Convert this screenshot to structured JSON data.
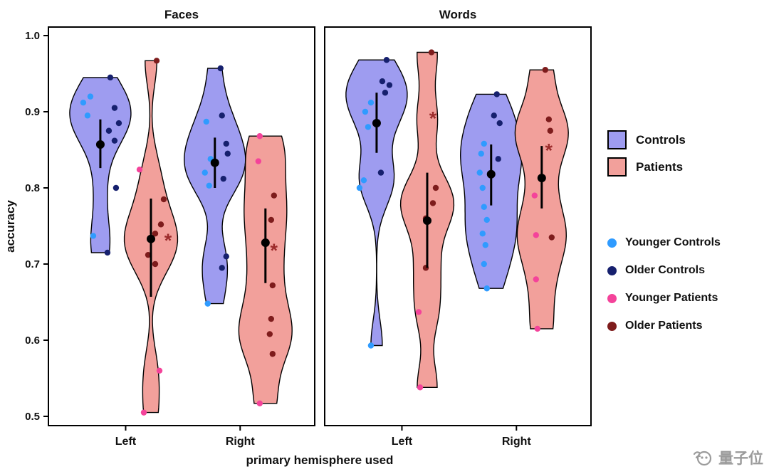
{
  "watermark": {
    "text": "量子位"
  },
  "chart_data": {
    "type": "violin",
    "title": "",
    "xlabel": "primary hemisphere used",
    "ylabel": "accuracy",
    "ylim": [
      0.5,
      1.0
    ],
    "yticks": [
      0.5,
      0.6,
      0.7,
      0.8,
      0.9,
      1.0
    ],
    "panel_titles": [
      "Faces",
      "Words"
    ],
    "hemispheres": [
      "Left",
      "Right"
    ],
    "asterisk_color": "#9c2b2b",
    "fill_groups": [
      {
        "key": "controls",
        "label": "Controls",
        "color": "#9e9cf0"
      },
      {
        "key": "patients",
        "label": "Patients",
        "color": "#f2a09b"
      }
    ],
    "point_groups": [
      {
        "key": "yc",
        "label": "Younger Controls",
        "color": "#2f9bff"
      },
      {
        "key": "oc",
        "label": "Older Controls",
        "color": "#16206e"
      },
      {
        "key": "yp",
        "label": "Younger Patients",
        "color": "#f4439a"
      },
      {
        "key": "op",
        "label": "Older Patients",
        "color": "#7e1c1c"
      }
    ],
    "panels": [
      {
        "title": "Faces",
        "groups": [
          {
            "label": "Left",
            "violins": [
              {
                "fill": "controls",
                "mean": 0.857,
                "ci": [
                  0.826,
                  0.89
                ],
                "points": [
                  {
                    "v": 0.945,
                    "g": "oc",
                    "dx": 14
                  },
                  {
                    "v": 0.92,
                    "g": "yc",
                    "dx": -14
                  },
                  {
                    "v": 0.912,
                    "g": "yc",
                    "dx": -24
                  },
                  {
                    "v": 0.905,
                    "g": "oc",
                    "dx": 20
                  },
                  {
                    "v": 0.895,
                    "g": "yc",
                    "dx": -18
                  },
                  {
                    "v": 0.885,
                    "g": "oc",
                    "dx": 26
                  },
                  {
                    "v": 0.875,
                    "g": "oc",
                    "dx": 12
                  },
                  {
                    "v": 0.862,
                    "g": "oc",
                    "dx": 20
                  },
                  {
                    "v": 0.8,
                    "g": "oc",
                    "dx": 22
                  },
                  {
                    "v": 0.737,
                    "g": "yc",
                    "dx": -10
                  },
                  {
                    "v": 0.715,
                    "g": "oc",
                    "dx": 10
                  }
                ]
              },
              {
                "fill": "patients",
                "mean": 0.733,
                "ci": [
                  0.657,
                  0.786
                ],
                "points": [
                  {
                    "v": 0.967,
                    "g": "op",
                    "dx": 8
                  },
                  {
                    "v": 0.824,
                    "g": "yp",
                    "dx": -16
                  },
                  {
                    "v": 0.785,
                    "g": "op",
                    "dx": 18
                  },
                  {
                    "v": 0.752,
                    "g": "op",
                    "dx": 14
                  },
                  {
                    "v": 0.74,
                    "g": "op",
                    "dx": 6
                  },
                  {
                    "v": 0.73,
                    "g": "op",
                    "dx": 24,
                    "m": "asterisk"
                  },
                  {
                    "v": 0.712,
                    "g": "op",
                    "dx": -4
                  },
                  {
                    "v": 0.7,
                    "g": "op",
                    "dx": 6
                  },
                  {
                    "v": 0.56,
                    "g": "yp",
                    "dx": 12
                  },
                  {
                    "v": 0.505,
                    "g": "yp",
                    "dx": -10
                  }
                ]
              }
            ]
          },
          {
            "label": "Right",
            "violins": [
              {
                "fill": "controls",
                "mean": 0.833,
                "ci": [
                  0.8,
                  0.866
                ],
                "points": [
                  {
                    "v": 0.957,
                    "g": "oc",
                    "dx": 8
                  },
                  {
                    "v": 0.895,
                    "g": "oc",
                    "dx": 10
                  },
                  {
                    "v": 0.887,
                    "g": "yc",
                    "dx": -12
                  },
                  {
                    "v": 0.858,
                    "g": "oc",
                    "dx": 16
                  },
                  {
                    "v": 0.845,
                    "g": "oc",
                    "dx": 18
                  },
                  {
                    "v": 0.838,
                    "g": "yc",
                    "dx": -6
                  },
                  {
                    "v": 0.82,
                    "g": "yc",
                    "dx": -14
                  },
                  {
                    "v": 0.812,
                    "g": "oc",
                    "dx": 12
                  },
                  {
                    "v": 0.803,
                    "g": "yc",
                    "dx": -8
                  },
                  {
                    "v": 0.71,
                    "g": "oc",
                    "dx": 16
                  },
                  {
                    "v": 0.695,
                    "g": "oc",
                    "dx": 10
                  },
                  {
                    "v": 0.648,
                    "g": "yc",
                    "dx": -10
                  }
                ]
              },
              {
                "fill": "patients",
                "mean": 0.728,
                "ci": [
                  0.675,
                  0.773
                ],
                "points": [
                  {
                    "v": 0.868,
                    "g": "yp",
                    "dx": -8
                  },
                  {
                    "v": 0.835,
                    "g": "yp",
                    "dx": -10
                  },
                  {
                    "v": 0.79,
                    "g": "op",
                    "dx": 12
                  },
                  {
                    "v": 0.758,
                    "g": "op",
                    "dx": 8
                  },
                  {
                    "v": 0.717,
                    "g": "op",
                    "dx": 12,
                    "m": "asterisk"
                  },
                  {
                    "v": 0.672,
                    "g": "op",
                    "dx": 10
                  },
                  {
                    "v": 0.628,
                    "g": "op",
                    "dx": 8
                  },
                  {
                    "v": 0.608,
                    "g": "op",
                    "dx": 6
                  },
                  {
                    "v": 0.582,
                    "g": "op",
                    "dx": 10
                  },
                  {
                    "v": 0.517,
                    "g": "yp",
                    "dx": -8
                  }
                ]
              }
            ]
          }
        ]
      },
      {
        "title": "Words",
        "groups": [
          {
            "label": "Left",
            "violins": [
              {
                "fill": "controls",
                "mean": 0.885,
                "ci": [
                  0.846,
                  0.925
                ],
                "points": [
                  {
                    "v": 0.968,
                    "g": "oc",
                    "dx": 14
                  },
                  {
                    "v": 0.94,
                    "g": "oc",
                    "dx": 8
                  },
                  {
                    "v": 0.935,
                    "g": "oc",
                    "dx": 18
                  },
                  {
                    "v": 0.925,
                    "g": "oc",
                    "dx": 12
                  },
                  {
                    "v": 0.912,
                    "g": "yc",
                    "dx": -8
                  },
                  {
                    "v": 0.9,
                    "g": "yc",
                    "dx": -16
                  },
                  {
                    "v": 0.88,
                    "g": "yc",
                    "dx": -12
                  },
                  {
                    "v": 0.82,
                    "g": "oc",
                    "dx": 6
                  },
                  {
                    "v": 0.81,
                    "g": "yc",
                    "dx": -18
                  },
                  {
                    "v": 0.8,
                    "g": "yc",
                    "dx": -24
                  },
                  {
                    "v": 0.593,
                    "g": "yc",
                    "dx": -8
                  }
                ]
              },
              {
                "fill": "patients",
                "mean": 0.757,
                "ci": [
                  0.695,
                  0.82
                ],
                "points": [
                  {
                    "v": 0.978,
                    "g": "op",
                    "dx": 6
                  },
                  {
                    "v": 0.89,
                    "g": "op",
                    "dx": 8,
                    "m": "asterisk"
                  },
                  {
                    "v": 0.8,
                    "g": "op",
                    "dx": 12
                  },
                  {
                    "v": 0.78,
                    "g": "op",
                    "dx": 8
                  },
                  {
                    "v": 0.76,
                    "g": "op",
                    "dx": -2
                  },
                  {
                    "v": 0.695,
                    "g": "op",
                    "dx": -2
                  },
                  {
                    "v": 0.637,
                    "g": "yp",
                    "dx": -12
                  },
                  {
                    "v": 0.538,
                    "g": "yp",
                    "dx": -10
                  }
                ]
              }
            ]
          },
          {
            "label": "Right",
            "violins": [
              {
                "fill": "controls",
                "mean": 0.818,
                "ci": [
                  0.777,
                  0.857
                ],
                "points": [
                  {
                    "v": 0.923,
                    "g": "oc",
                    "dx": 8
                  },
                  {
                    "v": 0.895,
                    "g": "oc",
                    "dx": 4
                  },
                  {
                    "v": 0.885,
                    "g": "oc",
                    "dx": 12
                  },
                  {
                    "v": 0.858,
                    "g": "yc",
                    "dx": -10
                  },
                  {
                    "v": 0.845,
                    "g": "yc",
                    "dx": -14
                  },
                  {
                    "v": 0.838,
                    "g": "oc",
                    "dx": 10
                  },
                  {
                    "v": 0.82,
                    "g": "yc",
                    "dx": -16
                  },
                  {
                    "v": 0.8,
                    "g": "yc",
                    "dx": -12
                  },
                  {
                    "v": 0.775,
                    "g": "yc",
                    "dx": -10
                  },
                  {
                    "v": 0.758,
                    "g": "yc",
                    "dx": -6
                  },
                  {
                    "v": 0.74,
                    "g": "yc",
                    "dx": -12
                  },
                  {
                    "v": 0.725,
                    "g": "yc",
                    "dx": -8
                  },
                  {
                    "v": 0.7,
                    "g": "yc",
                    "dx": -10
                  },
                  {
                    "v": 0.668,
                    "g": "yc",
                    "dx": -6
                  }
                ]
              },
              {
                "fill": "patients",
                "mean": 0.813,
                "ci": [
                  0.773,
                  0.855
                ],
                "points": [
                  {
                    "v": 0.955,
                    "g": "op",
                    "dx": 5
                  },
                  {
                    "v": 0.89,
                    "g": "op",
                    "dx": 10
                  },
                  {
                    "v": 0.875,
                    "g": "op",
                    "dx": 12
                  },
                  {
                    "v": 0.848,
                    "g": "op",
                    "dx": 10,
                    "m": "asterisk"
                  },
                  {
                    "v": 0.79,
                    "g": "yp",
                    "dx": -10
                  },
                  {
                    "v": 0.738,
                    "g": "yp",
                    "dx": -8
                  },
                  {
                    "v": 0.735,
                    "g": "op",
                    "dx": 14
                  },
                  {
                    "v": 0.68,
                    "g": "yp",
                    "dx": -8
                  },
                  {
                    "v": 0.615,
                    "g": "yp",
                    "dx": -6
                  }
                ]
              }
            ]
          }
        ]
      }
    ]
  }
}
